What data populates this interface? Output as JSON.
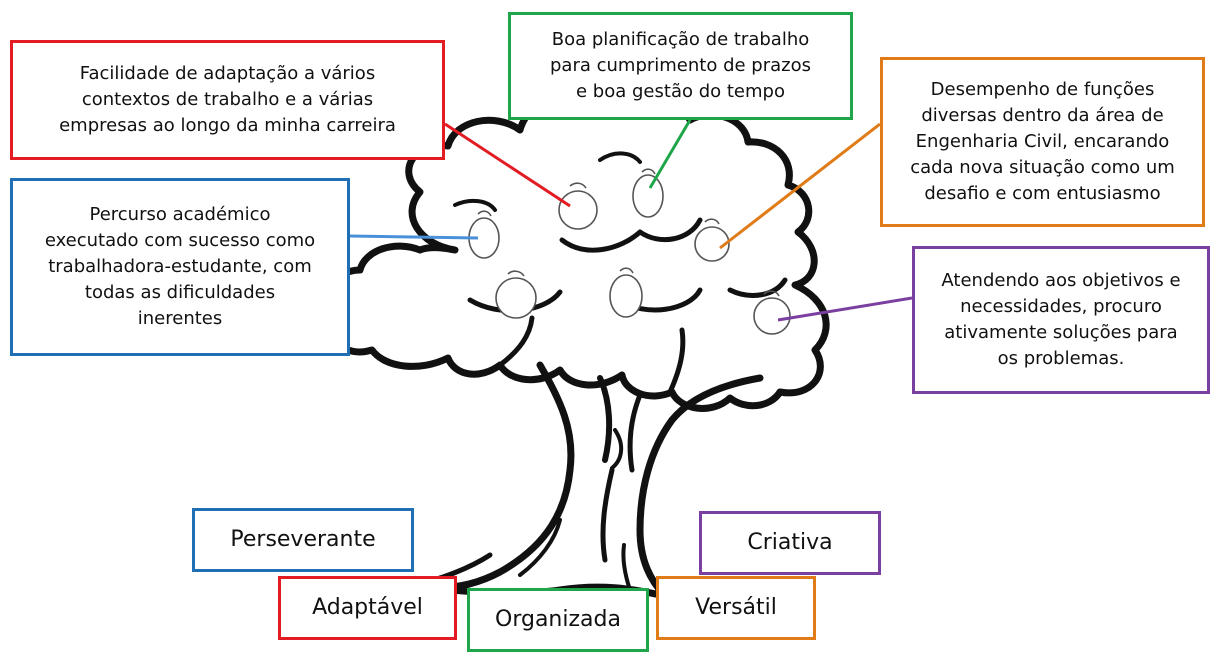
{
  "colors": {
    "red": "#e31b23",
    "green": "#1fa64a",
    "orange": "#e07b18",
    "blue": "#1f6fb4",
    "purple": "#7b3fa0",
    "ink": "#111111"
  },
  "callouts": {
    "adaptacao": "Facilidade de adaptação a vários\ncontextos de trabalho e a várias\nempresas ao longo da minha carreira",
    "planificacao": "Boa planificação de trabalho\npara cumprimento de prazos\ne boa gestão do tempo",
    "funcoes": "Desempenho de funções\ndiversas dentro da área de\nEngenharia Civil, encarando\ncada nova situação como um\ndesafio e com entusiasmo",
    "percurso": "Percurso académico\nexecutado com sucesso como\ntrabalhadora-estudante, com\ntodas as dificuldades\ninerentes",
    "objetivos": "Atendendo aos objetivos e\nnecessidades, procuro\nativamente soluções para\nos problemas."
  },
  "qualities": {
    "perseverante": "Perseverante",
    "criativa": "Criativa",
    "adaptavel": "Adaptável",
    "organizada": "Organizada",
    "versatil": "Versátil"
  },
  "icons": {
    "tree": "tree-icon",
    "apple": "apple-icon"
  }
}
